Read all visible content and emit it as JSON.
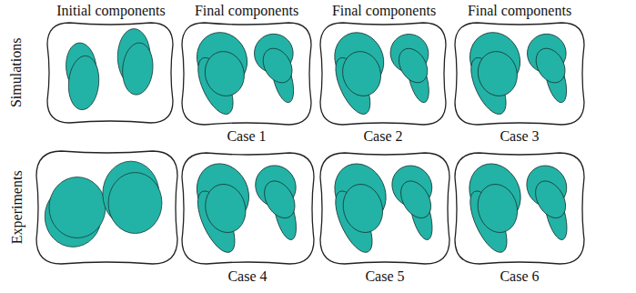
{
  "diagram": {
    "labels": [
      "Initial components",
      "Final components",
      "Final components",
      "Final components",
      "Simulations",
      "Case 1",
      "Case 2",
      "Case 3",
      "Experiments",
      "Case 4",
      "Case 5",
      "Case 6"
    ]
  }
}
